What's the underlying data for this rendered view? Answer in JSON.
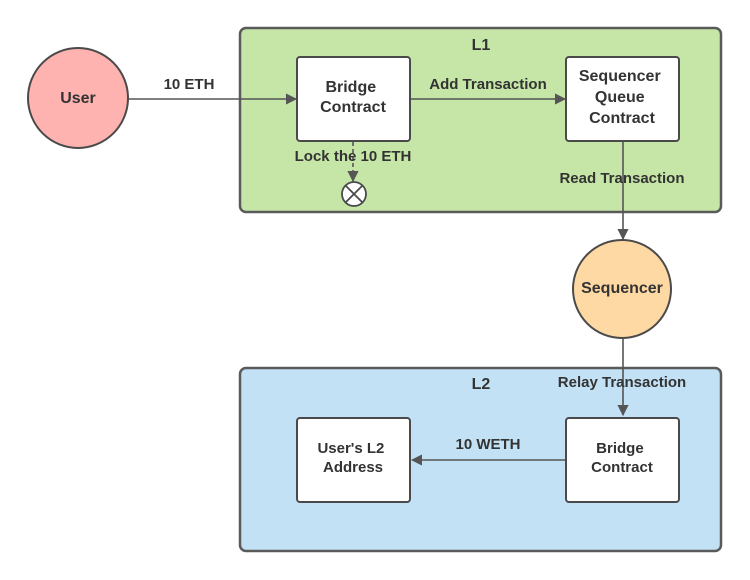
{
  "regions": {
    "l1": {
      "label": "L1",
      "fill": "#c5e6a6"
    },
    "l2": {
      "label": "L2",
      "fill": "#c2e1f5"
    }
  },
  "nodes": {
    "user": {
      "label": "User",
      "fill": "#ffb3b0"
    },
    "bridge_l1": {
      "lines": [
        "Bridge",
        "Contract"
      ]
    },
    "sequencer_queue": {
      "lines": [
        "Sequencer",
        "Queue",
        "Contract"
      ]
    },
    "sequencer": {
      "label": "Sequencer",
      "fill": "#ffd9a3"
    },
    "bridge_l2": {
      "lines": [
        "Bridge",
        "Contract"
      ]
    },
    "user_l2": {
      "lines": [
        "User's L2",
        "Address"
      ]
    },
    "lock_terminal": {
      "icon": "circle-x-icon"
    }
  },
  "edges": {
    "user_to_bridge": "10 ETH",
    "bridge_to_queue": "Add Transaction",
    "bridge_to_lock": "Lock the 10 ETH",
    "queue_to_sequencer": "Read Transaction",
    "sequencer_to_bridge_l2": "Relay Transaction",
    "bridge_l2_to_user_l2": "10 WETH"
  }
}
